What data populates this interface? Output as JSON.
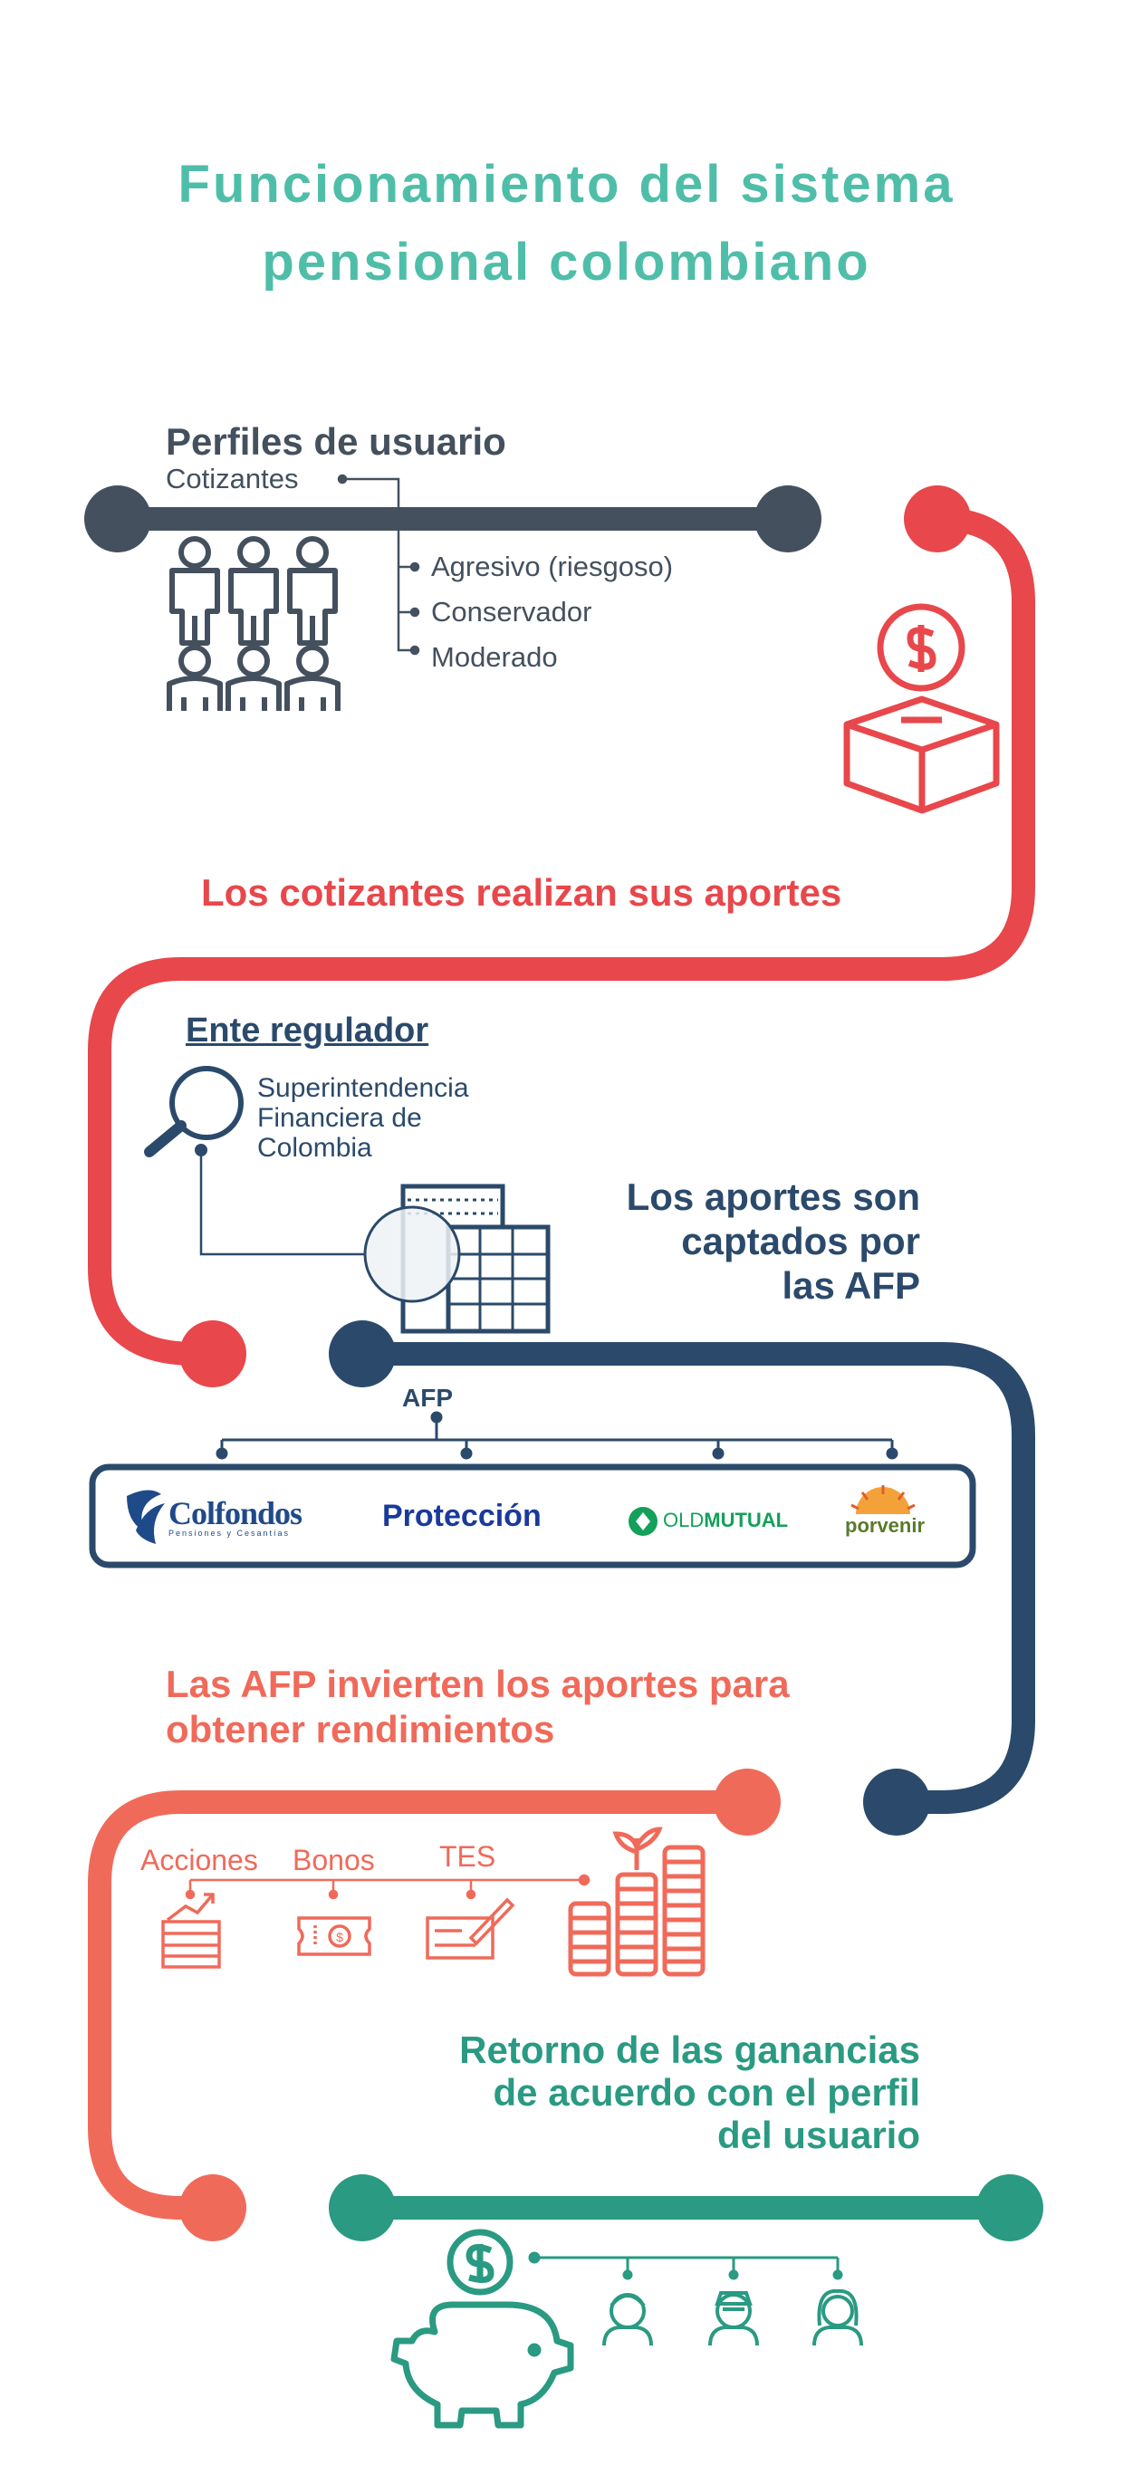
{
  "title": {
    "line1": "Funcionamiento del sistema",
    "line2": "pensional colombiano"
  },
  "section_profiles": {
    "heading": "Perfiles de usuario",
    "sub": "Cotizantes",
    "profiles": [
      "Agresivo (riesgoso)",
      "Conservador",
      "Moderado"
    ]
  },
  "section_contributions": {
    "heading": "Los cotizantes realizan sus aportes"
  },
  "section_regulator": {
    "heading": "Ente regulador",
    "entity_line1": "Superintendencia",
    "entity_line2": "Financiera de",
    "entity_line3": "Colombia"
  },
  "section_capture": {
    "line1": "Los aportes son",
    "line2": "captados por",
    "line3": "las AFP"
  },
  "section_afp": {
    "label": "AFP",
    "logos": {
      "colfondos": "Colfondos",
      "colfondos_sub": "Pensiones y Cesantías",
      "proteccion": "Protección",
      "oldmutual_a": "OLD",
      "oldmutual_b": "MUTUAL",
      "porvenir": "porvenir"
    }
  },
  "section_invest": {
    "line1": "Las AFP invierten los aportes para",
    "line2": "obtener rendimientos",
    "instruments": [
      "Acciones",
      "Bonos",
      "TES"
    ]
  },
  "section_return": {
    "line1": "Retorno de las ganancias",
    "line2": "de acuerdo con el perfil",
    "line3": "del usuario"
  },
  "colors": {
    "dark": "#44505e",
    "red": "#e8474b",
    "navy": "#2b4a6b",
    "coral": "#f06a5a",
    "green": "#2a9a82",
    "title": "#4fbea8"
  }
}
